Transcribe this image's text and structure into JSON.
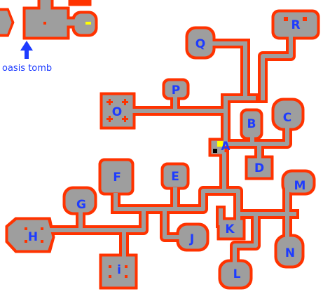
{
  "colors": {
    "wall": "#ff3300",
    "floor": "#9e9e9e",
    "label": "#1e3cff",
    "marker": "#ffff00",
    "background": "#ffffff"
  },
  "rooms": [
    {
      "id": "A",
      "label": "A"
    },
    {
      "id": "B",
      "label": "B"
    },
    {
      "id": "C",
      "label": "C"
    },
    {
      "id": "D",
      "label": "D"
    },
    {
      "id": "E",
      "label": "E"
    },
    {
      "id": "F",
      "label": "F"
    },
    {
      "id": "G",
      "label": "G"
    },
    {
      "id": "H",
      "label": "H"
    },
    {
      "id": "I",
      "label": "i"
    },
    {
      "id": "J",
      "label": "J"
    },
    {
      "id": "K",
      "label": "K"
    },
    {
      "id": "L",
      "label": "L"
    },
    {
      "id": "M",
      "label": "M"
    },
    {
      "id": "N",
      "label": "N"
    },
    {
      "id": "O",
      "label": "O"
    },
    {
      "id": "P",
      "label": "P"
    },
    {
      "id": "Q",
      "label": "Q"
    },
    {
      "id": "R",
      "label": "R"
    }
  ],
  "exit": {
    "label": "oasis tomb",
    "icon": "up-arrow-icon"
  }
}
